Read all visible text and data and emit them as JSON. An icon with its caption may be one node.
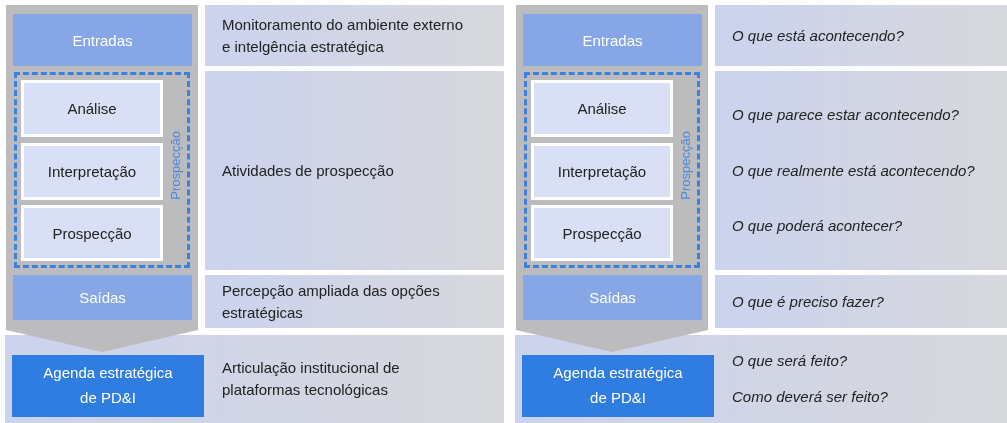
{
  "diagram": {
    "nodes": [
      {
        "text": [],
        "shape": "arrow"
      },
      {
        "text": [
          "Entradas"
        ],
        "in": 0
      },
      {
        "text": [
          "Monitoramento do ambiente externo e intelgência estratégica"
        ]
      },
      {
        "text": [
          "Prospecção"
        ],
        "in": 0
      },
      {
        "text": [
          "Análise"
        ],
        "in": 3
      },
      {
        "text": [
          "Interpretação"
        ],
        "in": 3
      },
      {
        "text": [
          "Prospecção"
        ],
        "in": 3
      },
      {
        "text": [
          "Atividades de prospecção"
        ]
      },
      {
        "text": [
          "Saídas"
        ],
        "in": 0
      },
      {
        "text": [
          "Percepção ampliada das opções estratégicas"
        ]
      },
      {
        "text": [
          "Articulação institucional de plataformas tecnológicas"
        ]
      },
      {
        "text": [
          "Agenda estratégica de PD&I"
        ],
        "in": 10
      },
      {
        "text": [],
        "shape": "arrow"
      },
      {
        "text": [
          "Entradas"
        ],
        "in": 12
      },
      {
        "text": [
          "O que está acontecendo?"
        ]
      },
      {
        "text": [
          "Prospecção"
        ],
        "in": 12
      },
      {
        "text": [
          "Análise"
        ],
        "in": 15
      },
      {
        "text": [
          "Interpretação"
        ],
        "in": 15
      },
      {
        "text": [
          "Prospecção"
        ],
        "in": 15
      },
      {
        "text": [
          "O que parece estar acontecendo?",
          "O que realmente está acontecendo?",
          "O que poderá acontecer?"
        ]
      },
      {
        "text": [
          "Saídas"
        ],
        "in": 12
      },
      {
        "text": [
          "O que é preciso fazer?"
        ]
      },
      {
        "text": [
          "O que será feito?",
          "Como deverá ser feito?"
        ]
      },
      {
        "text": [
          "Agenda estratégica de PD&I"
        ],
        "in": 22
      }
    ]
  }
}
